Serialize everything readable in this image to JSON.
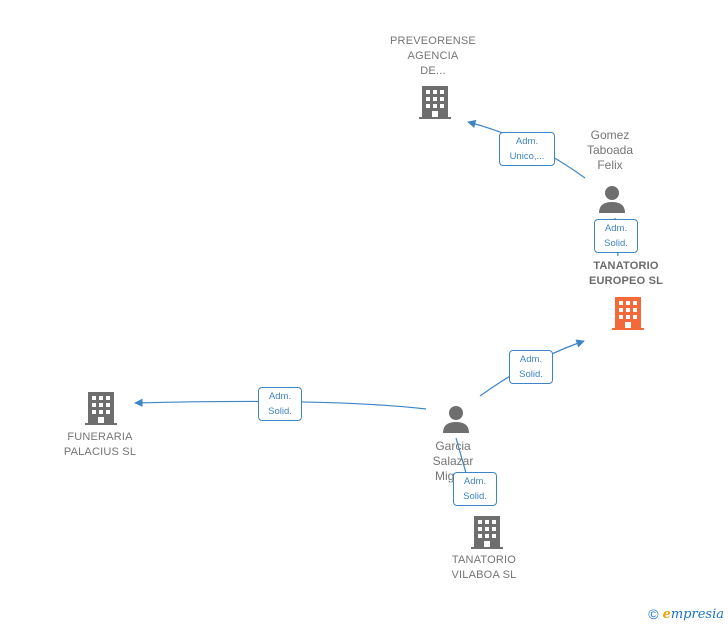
{
  "nodes": {
    "preveorense": {
      "label": "PREVEORENSE\nAGENCIA\nDE...",
      "type": "company",
      "color": "#6e6e6e"
    },
    "gomez": {
      "label": "Gomez\nTaboada\nFelix",
      "type": "person",
      "color": "#6e6e6e"
    },
    "tanatorio_europeo": {
      "label": "TANATORIO\nEUROPEO  SL",
      "type": "company",
      "color": "#f4693a"
    },
    "funeraria": {
      "label": "FUNERARIA\nPALACIUS SL",
      "type": "company",
      "color": "#6e6e6e"
    },
    "garcia": {
      "label": "Garcia\nSalazar\nMigu...",
      "type": "person",
      "color": "#6e6e6e"
    },
    "tanatorio_vilaboa": {
      "label": "TANATORIO\nVILABOA  SL",
      "type": "company",
      "color": "#6e6e6e"
    }
  },
  "edges": {
    "gomez_preveorense": {
      "line1": "Adm.",
      "line2": "Unico,..."
    },
    "gomez_europeo": {
      "line1": "Adm.",
      "line2": "Solid."
    },
    "garcia_europeo": {
      "line1": "Adm.",
      "line2": "Solid."
    },
    "garcia_funeraria": {
      "line1": "Adm.",
      "line2": "Solid."
    },
    "garcia_vilaboa": {
      "line1": "Adm.",
      "line2": "Solid."
    }
  },
  "colors": {
    "edge": "#3d85c6",
    "accent": "#f4693a",
    "neutral": "#6e6e6e"
  },
  "footer": {
    "copyright": "©",
    "brand_initial": "e",
    "brand_rest": "mpresia"
  }
}
